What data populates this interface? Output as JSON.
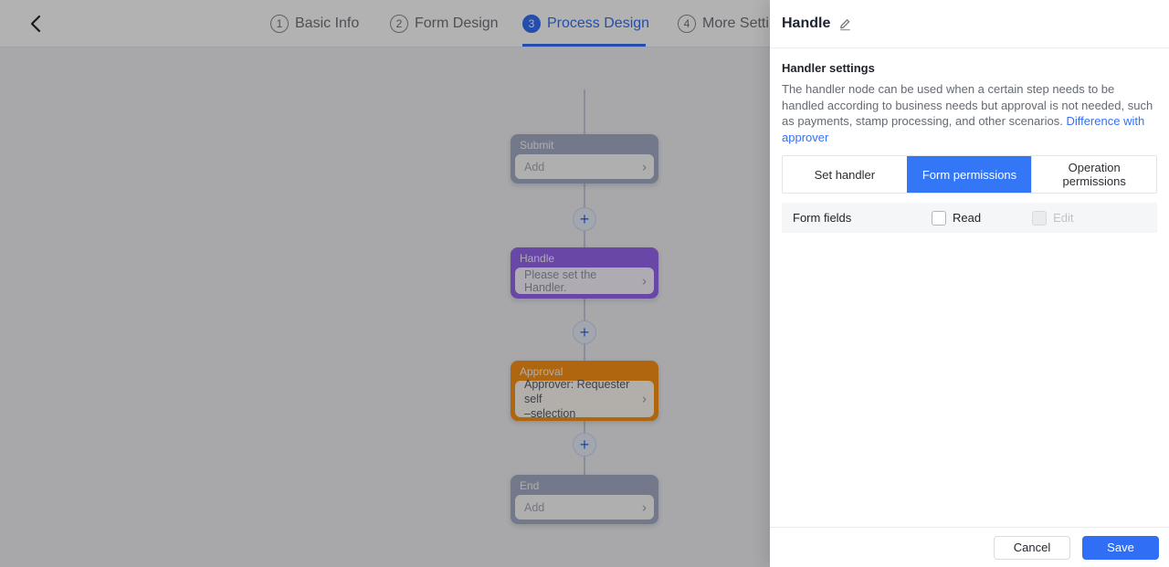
{
  "stepper": {
    "steps": [
      {
        "number": "1",
        "label": "Basic Info",
        "active": false
      },
      {
        "number": "2",
        "label": "Form Design",
        "active": false
      },
      {
        "number": "3",
        "label": "Process Design",
        "active": true
      },
      {
        "number": "4",
        "label": "More Settings",
        "active": false
      }
    ]
  },
  "flow": {
    "nodes": [
      {
        "id": "submit",
        "title": "Submit",
        "body": "Add",
        "color": "#a7adc8"
      },
      {
        "id": "handle",
        "title": "Handle",
        "body": "Please set the Handler.",
        "color": "#9666f0"
      },
      {
        "id": "approval",
        "title": "Approval",
        "body": "Approver: Requester self\n–selection",
        "color": "#fb9216"
      },
      {
        "id": "end",
        "title": "End",
        "body": "Add",
        "color": "#a7adc8"
      }
    ]
  },
  "panel": {
    "title": "Handle",
    "section_title": "Handler settings",
    "description": "The handler node can be used when a certain step needs to be handled according to business needs but approval is not needed, such as payments, stamp processing, and other scenarios. ",
    "link_label": "Difference with approver",
    "tabs": [
      {
        "label": "Set handler",
        "active": false
      },
      {
        "label": "Form permissions",
        "active": true
      },
      {
        "label": "Operation permissions",
        "active": false
      }
    ],
    "form_row": {
      "label": "Form fields",
      "read_label": "Read",
      "edit_label": "Edit",
      "read_checked": false,
      "edit_checked": false,
      "edit_disabled": true
    },
    "footer": {
      "cancel_label": "Cancel",
      "save_label": "Save"
    }
  },
  "icons": {
    "back": "‹",
    "chevron_right": "›",
    "plus": "+"
  },
  "colors": {
    "accent_blue": "#3370f5",
    "tab_active_blue": "#3376f6",
    "save_blue": "#2f6ef5",
    "link_blue": "#3370f6",
    "node_slate": "#a7adc8",
    "node_purple": "#9666f0",
    "node_orange": "#fb9216",
    "scrim": "rgba(0,0,0,0.30)"
  }
}
